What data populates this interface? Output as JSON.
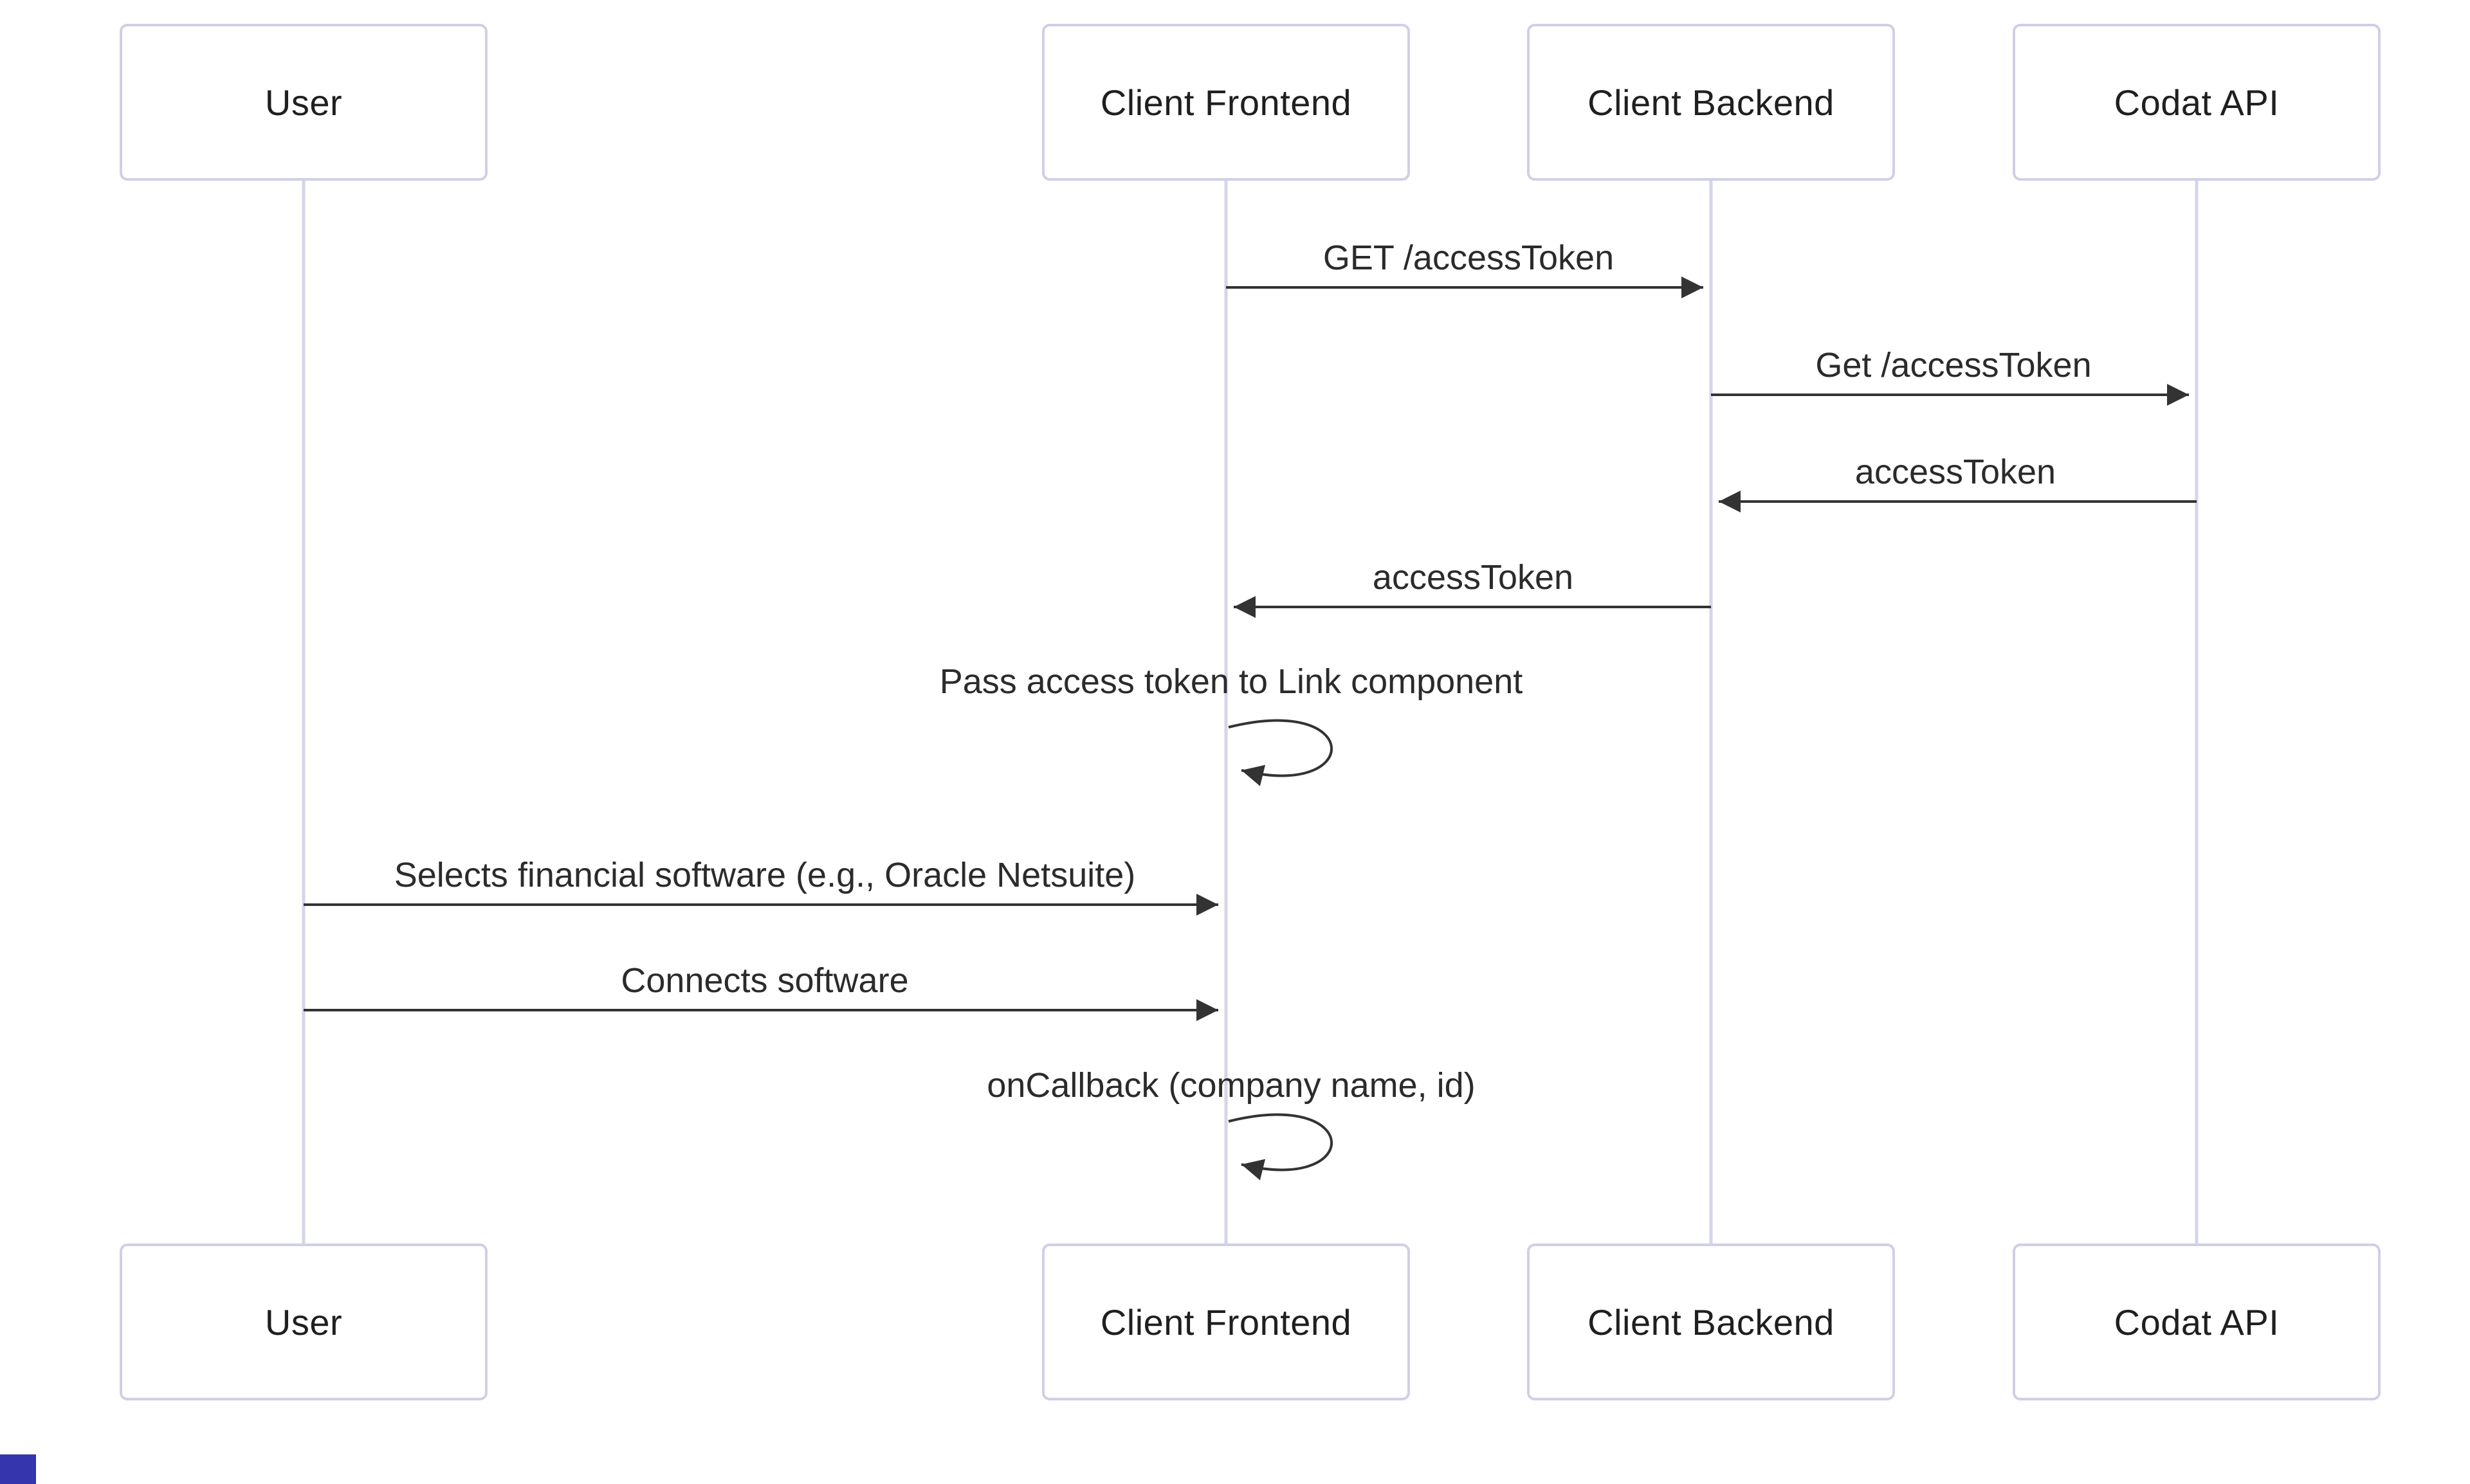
{
  "diagram": {
    "type": "sequence-diagram",
    "actors": [
      {
        "id": "user",
        "label": "User"
      },
      {
        "id": "client-frontend",
        "label": "Client Frontend"
      },
      {
        "id": "client-backend",
        "label": "Client Backend"
      },
      {
        "id": "codat-api",
        "label": "Codat API"
      }
    ],
    "messages": [
      {
        "from": "Client Frontend",
        "to": "Client Backend",
        "label": "GET /accessToken",
        "type": "solid-arrow"
      },
      {
        "from": "Client Backend",
        "to": "Codat API",
        "label": "Get /accessToken",
        "type": "solid-arrow"
      },
      {
        "from": "Codat API",
        "to": "Client Backend",
        "label": "accessToken",
        "type": "solid-arrow"
      },
      {
        "from": "Client Backend",
        "to": "Client Frontend",
        "label": "accessToken",
        "type": "solid-arrow"
      },
      {
        "from": "Client Frontend",
        "to": "Client Frontend",
        "label": "Pass access token to Link component",
        "type": "self-loop"
      },
      {
        "from": "User",
        "to": "Client Frontend",
        "label": "Selects financial software (e.g., Oracle Netsuite)",
        "type": "solid-arrow"
      },
      {
        "from": "User",
        "to": "Client Frontend",
        "label": "Connects software",
        "type": "solid-arrow"
      },
      {
        "from": "Client Frontend",
        "to": "Client Frontend",
        "label": "onCallback (company name, id)",
        "type": "self-loop"
      }
    ],
    "colors": {
      "background": "#ffffff",
      "actor_border": "#cfcfe8",
      "actor_fill": "#ffffff",
      "lifeline": "#d4d4ea",
      "arrow": "#333333",
      "text": "#2b2b2b",
      "corner_marker": "#3535ad"
    }
  }
}
